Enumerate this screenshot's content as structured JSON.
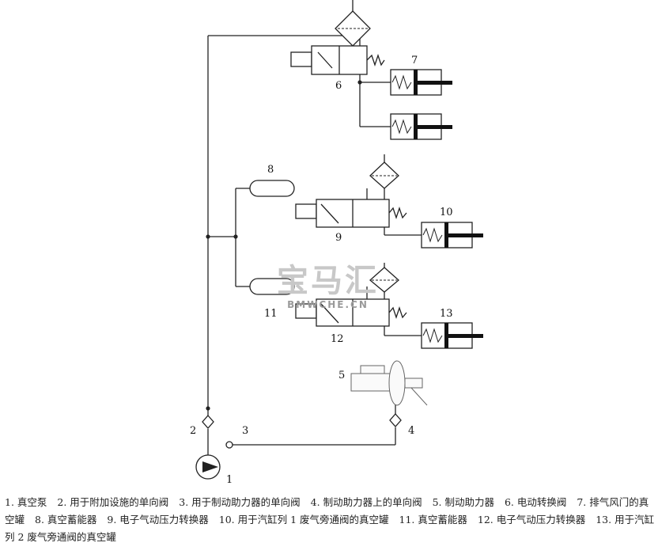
{
  "labels": {
    "n1": "1",
    "n2": "2",
    "n3": "3",
    "n4": "4",
    "n5": "5",
    "n6": "6",
    "n7": "7",
    "n8": "8",
    "n9": "9",
    "n10": "10",
    "n11": "11",
    "n12": "12",
    "n13": "13"
  },
  "watermark": {
    "brand": "宝马汇",
    "url": "BMWCHE.CN"
  },
  "legend": [
    "1. 真空泵",
    "2. 用于附加设施的单向阀",
    "3. 用于制动助力器的单向阀",
    "4. 制动助力器上的单向阀",
    "5. 制动助力器",
    "6. 电动转换阀",
    "7. 排气风门的真空罐",
    "8. 真空蓄能器",
    "9. 电子气动压力转换器",
    "10. 用于汽缸列 1 废气旁通阀的真空罐",
    "11. 真空蓄能器",
    "12. 电子气动压力转换器",
    "13. 用于汽缸列 2 废气旁通阀的真空罐"
  ]
}
